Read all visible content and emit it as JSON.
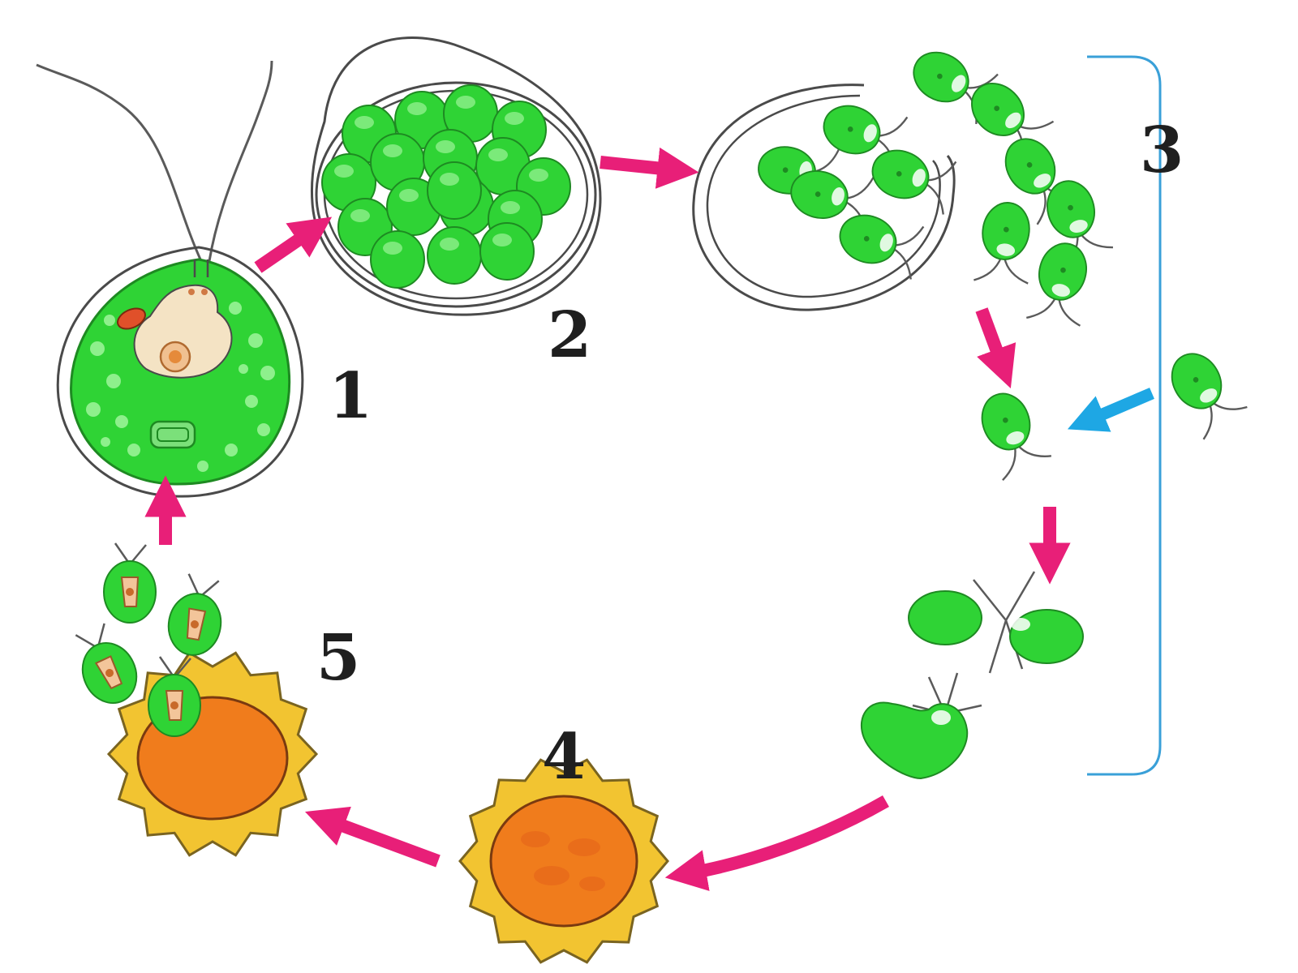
{
  "labels": {
    "stage_1": "1",
    "stage_2": "2",
    "stage_3": "3",
    "stage_4": "4",
    "stage_5": "5"
  },
  "colors": {
    "cell_green": "#2fd335",
    "cell_light": "#8ef08c",
    "cell_outline": "#1e8a22",
    "arrow_pink": "#e81f78",
    "arrow_blue": "#1ea7e4",
    "bracket_blue": "#3aa0d8",
    "zygote_yellow": "#f2c431",
    "zygote_orange": "#f07c1c",
    "membrane": "#4a4a4a",
    "flagellum": "#5a5a5a"
  },
  "icons": [
    "chlamydomonas-cell-icon",
    "sporangium-icon",
    "ruptured-sporangium-icon",
    "gamete-icon",
    "zygote-icon",
    "germinating-zygote-icon"
  ]
}
